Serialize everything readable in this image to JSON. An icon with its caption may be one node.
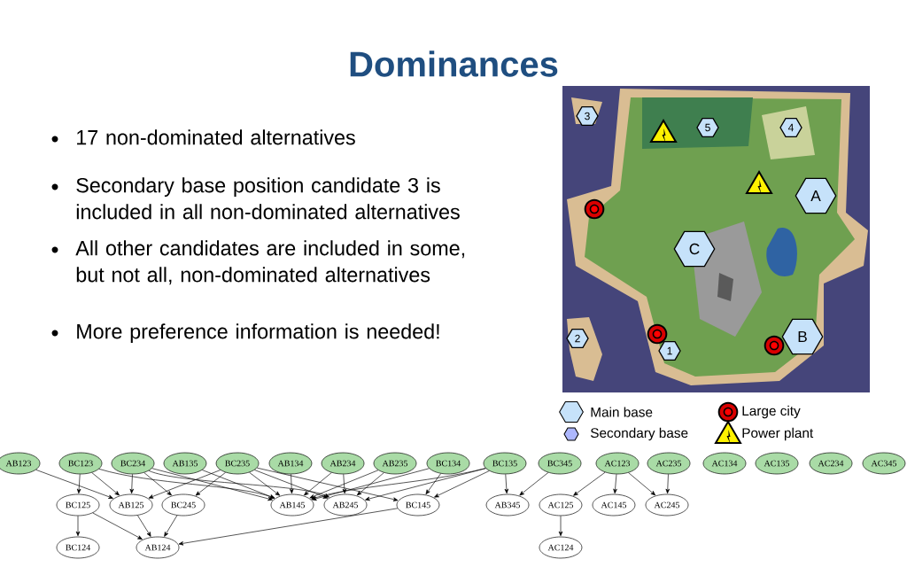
{
  "diagram": {
    "title": "Dominances",
    "nodes": [
      {
        "text": [
          "AB123"
        ]
      },
      {
        "text": [
          "BC123"
        ]
      },
      {
        "text": [
          "BC234"
        ]
      },
      {
        "text": [
          "AB135"
        ]
      },
      {
        "text": [
          "BC235"
        ]
      },
      {
        "text": [
          "AB134"
        ]
      },
      {
        "text": [
          "AB234"
        ]
      },
      {
        "text": [
          "AB235"
        ]
      },
      {
        "text": [
          "BC134"
        ]
      },
      {
        "text": [
          "BC135"
        ]
      },
      {
        "text": [
          "BC345"
        ]
      },
      {
        "text": [
          "AC123"
        ]
      },
      {
        "text": [
          "AC235"
        ]
      },
      {
        "text": [
          "AC134"
        ]
      },
      {
        "text": [
          "AC135"
        ]
      },
      {
        "text": [
          "AC234"
        ]
      },
      {
        "text": [
          "AC345"
        ]
      },
      {
        "text": [
          "BC125"
        ]
      },
      {
        "text": [
          "AB125"
        ]
      },
      {
        "text": [
          "BC245"
        ]
      },
      {
        "text": [
          "AB145"
        ]
      },
      {
        "text": [
          "AB245"
        ]
      },
      {
        "text": [
          "BC145"
        ]
      },
      {
        "text": [
          "AB345"
        ]
      },
      {
        "text": [
          "AC125"
        ]
      },
      {
        "text": [
          "AC145"
        ]
      },
      {
        "text": [
          "AC245"
        ]
      },
      {
        "text": [
          "BC124"
        ]
      },
      {
        "text": [
          "AB124"
        ]
      },
      {
        "text": [
          "AC124"
        ]
      }
    ],
    "edges": [
      {
        "from": 0,
        "to": 18,
        "arrow": "to"
      },
      {
        "from": 1,
        "to": 17,
        "arrow": "to"
      },
      {
        "from": 1,
        "to": 18,
        "arrow": "to"
      },
      {
        "from": 1,
        "to": 20,
        "arrow": "to"
      },
      {
        "from": 2,
        "to": 18,
        "arrow": "to"
      },
      {
        "from": 2,
        "to": 19,
        "arrow": "to"
      },
      {
        "from": 2,
        "to": 20,
        "arrow": "to"
      },
      {
        "from": 2,
        "to": 21,
        "arrow": "to"
      },
      {
        "from": 3,
        "to": 20,
        "arrow": "to"
      },
      {
        "from": 4,
        "to": 18,
        "arrow": "to"
      },
      {
        "from": 4,
        "to": 19,
        "arrow": "to"
      },
      {
        "from": 4,
        "to": 20,
        "arrow": "to"
      },
      {
        "from": 4,
        "to": 21,
        "arrow": "to"
      },
      {
        "from": 4,
        "to": 22,
        "arrow": "to"
      },
      {
        "from": 5,
        "to": 20,
        "arrow": "to"
      },
      {
        "from": 6,
        "to": 20,
        "arrow": "to"
      },
      {
        "from": 6,
        "to": 21,
        "arrow": "to"
      },
      {
        "from": 7,
        "to": 20,
        "arrow": "to"
      },
      {
        "from": 7,
        "to": 21,
        "arrow": "to"
      },
      {
        "from": 8,
        "to": 20,
        "arrow": "to"
      },
      {
        "from": 8,
        "to": 22,
        "arrow": "to"
      },
      {
        "from": 9,
        "to": 20,
        "arrow": "to"
      },
      {
        "from": 9,
        "to": 21,
        "arrow": "to"
      },
      {
        "from": 9,
        "to": 22,
        "arrow": "to"
      },
      {
        "from": 9,
        "to": 23,
        "arrow": "to"
      },
      {
        "from": 10,
        "to": 23,
        "arrow": "to"
      },
      {
        "from": 11,
        "to": 24,
        "arrow": "to"
      },
      {
        "from": 11,
        "to": 25,
        "arrow": "to"
      },
      {
        "from": 11,
        "to": 26,
        "arrow": "to"
      },
      {
        "from": 12,
        "to": 26,
        "arrow": "to"
      },
      {
        "from": 17,
        "to": 27,
        "arrow": "to"
      },
      {
        "from": 17,
        "to": 28,
        "arrow": "to"
      },
      {
        "from": 18,
        "to": 28,
        "arrow": "to"
      },
      {
        "from": 19,
        "to": 28,
        "arrow": "to"
      },
      {
        "from": 22,
        "to": 28,
        "arrow": "to"
      },
      {
        "from": 24,
        "to": 29,
        "arrow": "to"
      }
    ],
    "labels": [
      "17 non-dominated alternatives",
      "Secondary base position candidate 3 is included in all non-dominated alternatives",
      "All other candidates are included in some, but not all, non-dominated alternatives",
      "More preference information is needed!",
      "3",
      "5",
      "4",
      "A",
      "C",
      "2",
      "B",
      "1"
    ],
    "legend": [
      {
        "text": "Main base"
      },
      {
        "text": "Large city"
      },
      {
        "text": "Secondary base"
      },
      {
        "text": "Power plant"
      }
    ]
  }
}
